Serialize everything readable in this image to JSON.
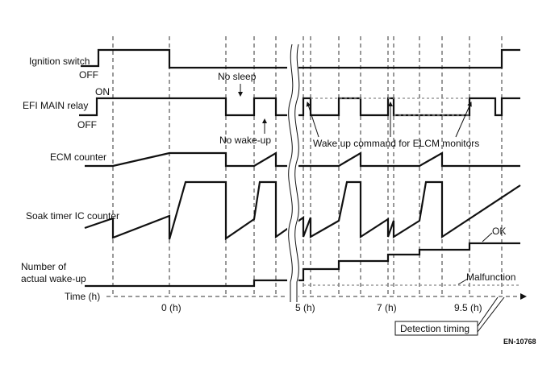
{
  "signals": {
    "ignition": "Ignition switch",
    "efi": "EFI MAIN relay",
    "ecm": "ECM counter",
    "soak": "Soak timer IC counter",
    "wake_line1": "Number of",
    "wake_line2": "actual wake-up"
  },
  "states": {
    "on": "ON",
    "off": "OFF"
  },
  "annotations": {
    "no_sleep": "No sleep",
    "no_wakeup": "No wake-up",
    "wake_cmd": "Wake up command for ELCM monitors",
    "ok": "OK",
    "malfunction": "Malfunction",
    "detection": "Detection timing"
  },
  "axis": {
    "label": "Time (h)",
    "ticks": [
      "0 (h)",
      "5 (h)",
      "7 (h)",
      "9.5 (h)"
    ]
  },
  "figure_code": "EN-10768"
}
